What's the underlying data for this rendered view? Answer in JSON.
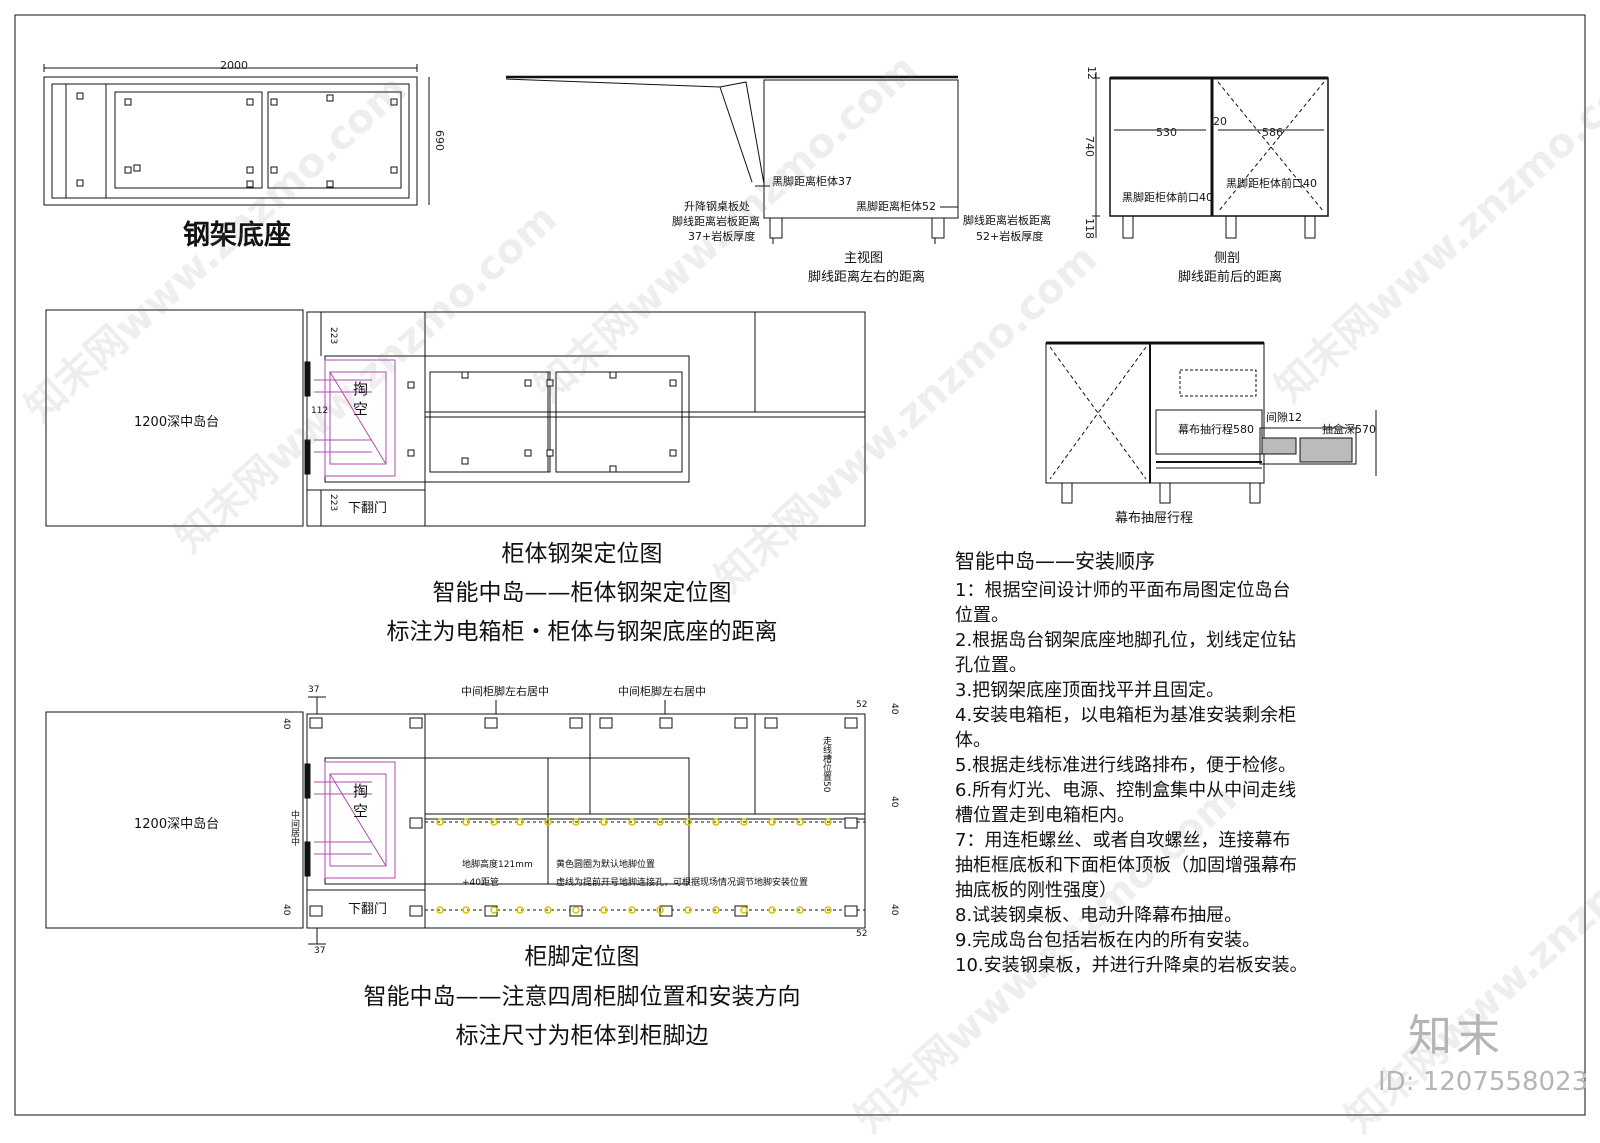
{
  "sections": {
    "steel_base": {
      "title": "钢架底座",
      "dim_width": "2000",
      "dim_depth": "690"
    },
    "front_view": {
      "label_left_1": "升降钢桌板处",
      "label_left_2": "脚线距离岩板距离",
      "label_left_3": "37+岩板厚度",
      "label_black_foot_37": "黑脚距离柜体37",
      "label_black_foot_52": "黑脚距离柜体52",
      "label_right_1": "脚线距离岩板距离",
      "label_right_2": "52+岩板厚度",
      "caption_1": "主视图",
      "caption_2": "脚线距离左右的距离"
    },
    "side_view": {
      "dim_12": "12",
      "dim_740": "740",
      "dim_118": "118",
      "dim_530": "530",
      "dim_20": "20",
      "dim_586": "586",
      "label_front_left": "黑脚距柜体前口40",
      "label_front_right": "黑脚距柜体前口40",
      "caption_1": "侧剖",
      "caption_2": "脚线距前后的距离"
    },
    "positioning": {
      "island_label": "1200深中岛台",
      "hollow_1": "掏",
      "hollow_2": "空",
      "flip_door": "下翻门",
      "dim_223_top": "223",
      "dim_223_bottom": "223",
      "dim_112": "112",
      "caption_1": "柜体钢架定位图",
      "caption_2": "智能中岛——柜体钢架定位图",
      "caption_3": "标注为电箱柜・柜体与钢架底座的距离"
    },
    "drawer_view": {
      "gap_label": "间隙12",
      "travel_label": "幕布抽行程580",
      "box_depth_label": "抽盒深570",
      "caption": "幕布抽屉行程"
    },
    "foot_positioning": {
      "island_label": "1200深中岛台",
      "hollow_1": "掏",
      "hollow_2": "空",
      "flip_door": "下翻门",
      "middle_foot_1": "中间柜脚左右居中",
      "middle_foot_2": "中间柜脚左右居中",
      "foot_height": "地脚高度121mm",
      "plus_pipe": "+40距管",
      "yellow_note": "黄色圆圈为默认地脚位置",
      "dashed_note": "虚线为提前开号地脚连接孔，可根据现场情况调节地脚安装位置",
      "wire_slot": "走线槽位置50",
      "middle_center": "中间居中",
      "dim_37_top": "37",
      "dim_37_bottom": "37",
      "dim_40_a": "40",
      "dim_40_b": "40",
      "dim_40_c": "40",
      "dim_40_d": "40",
      "dim_40_e": "40",
      "dim_52_top": "52",
      "dim_52_bottom": "52",
      "caption_1": "柜脚定位图",
      "caption_2": "智能中岛——注意四周柜脚位置和安装方向",
      "caption_3": "标注尺寸为柜体到柜脚边"
    }
  },
  "install": {
    "heading": "智能中岛——安装顺序",
    "lines": [
      "1：根据空间设计师的平面布局图定位岛台",
      "位置。",
      "2.根据岛台钢架底座地脚孔位，划线定位钻",
      "孔位置。",
      "3.把钢架底座顶面找平并且固定。",
      "4.安装电箱柜，以电箱柜为基准安装剩余柜",
      "体。",
      "5.根据走线标准进行线路排布，便于检修。",
      "6.所有灯光、电源、控制盒集中从中间走线",
      "槽位置走到电箱柜内。",
      "7：用连柜螺丝、或者自攻螺丝，连接幕布",
      "抽柜框底板和下面柜体顶板（加固增强幕布",
      "抽底板的刚性强度）",
      "8.试装钢桌板、电动升降幕布抽屉。",
      "9.完成岛台包括岩板在内的所有安装。",
      "10.安装钢桌板，并进行升降桌的岩板安装。"
    ]
  },
  "branding": {
    "logo": "知末",
    "id_text": "ID: 1207558023",
    "watermarks": [
      "知末网www.znzmo.com"
    ]
  },
  "colors": {
    "line": "#111111",
    "magenta": "#b04ab0",
    "yellow": "#d8c200",
    "grey": "#b5b5b5"
  }
}
